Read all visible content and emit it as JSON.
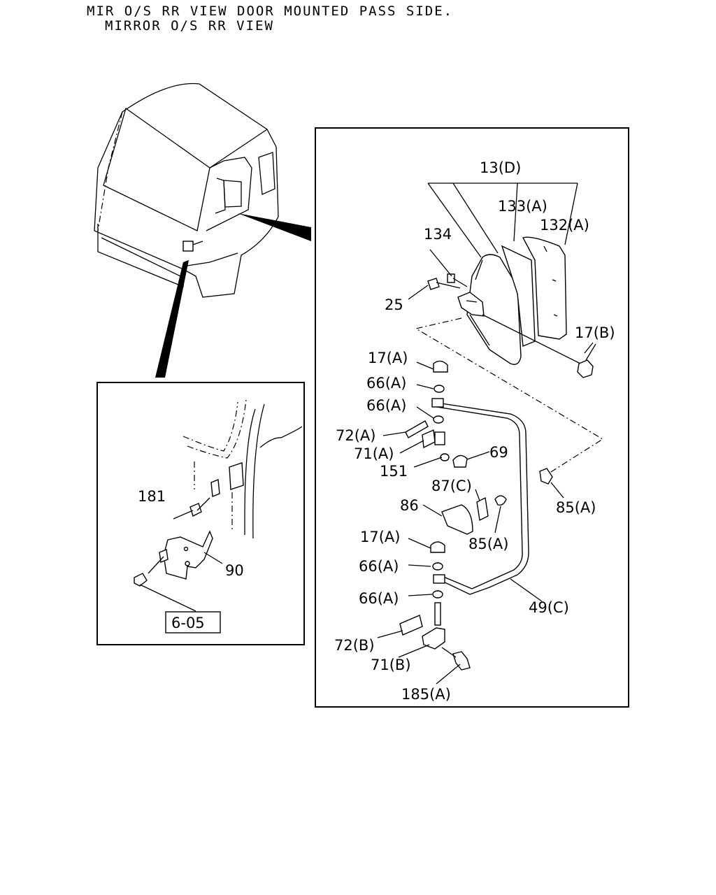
{
  "header": {
    "line1": "MIR O/S RR VIEW DOOR MOUNTED PASS SIDE.",
    "line2": "MIRROR O/S RR VIEW"
  },
  "callouts": {
    "p13d": "13(D)",
    "p133a": "133(A)",
    "p132a": "132(A)",
    "p134": "134",
    "p25": "25",
    "p17b": "17(B)",
    "p17a_top": "17(A)",
    "p66a_1": "66(A)",
    "p66a_2": "66(A)",
    "p72a": "72(A)",
    "p71a": "71(A)",
    "p69": "69",
    "p151": "151",
    "p87c": "87(C)",
    "p86": "86",
    "p85a_right": "85(A)",
    "p85a_mid": "85(A)",
    "p17a_low": "17(A)",
    "p66a_3": "66(A)",
    "p66a_4": "66(A)",
    "p49c": "49(C)",
    "p72b": "72(B)",
    "p71b": "71(B)",
    "p185a": "185(A)",
    "p181": "181",
    "p90": "90",
    "ref": "6-05"
  }
}
